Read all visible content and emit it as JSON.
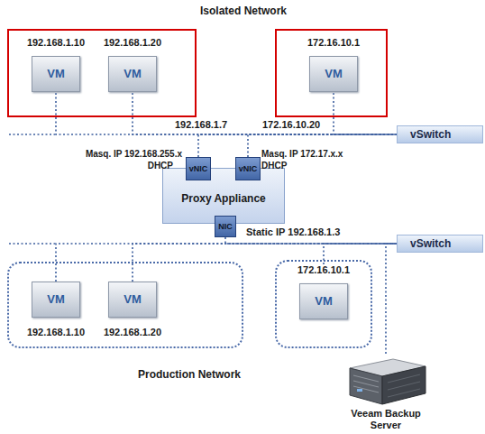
{
  "diagram": {
    "nodes": [
      {
        "text": []
      },
      {
        "text": [
          "192.168.1.10",
          "VM"
        ],
        "in": 0
      },
      {
        "text": [
          "192.168.1.20",
          "VM"
        ],
        "in": 0
      },
      {
        "text": []
      },
      {
        "text": [
          "172.16.10.1",
          "VM"
        ],
        "in": 3
      },
      {
        "text": [
          "vSwitch"
        ]
      },
      {
        "text": [
          "Proxy Appliance"
        ]
      },
      {
        "text": [
          "vNIC"
        ],
        "in": 6
      },
      {
        "text": [
          "vNIC"
        ],
        "in": 6
      },
      {
        "text": [
          "NIC"
        ],
        "in": 6
      },
      {
        "text": [
          "vSwitch"
        ]
      },
      {
        "text": []
      },
      {
        "text": [
          "VM",
          "192.168.1.10"
        ],
        "in": 11
      },
      {
        "text": [
          "VM",
          "192.168.1.20"
        ],
        "in": 11
      },
      {
        "text": []
      },
      {
        "text": [
          "172.16.10.1",
          "VM"
        ],
        "in": 14
      },
      {
        "text": [
          "Veeam Backup Server"
        ]
      }
    ],
    "edges": [
      {
        "from": 1,
        "to": 5,
        "arrow": "none"
      },
      {
        "from": 2,
        "to": 5,
        "arrow": "none"
      },
      {
        "from": 4,
        "to": 5,
        "arrow": "none"
      },
      {
        "from": 7,
        "to": 5,
        "arrow": "none",
        "label": "192.168.1.7"
      },
      {
        "from": 8,
        "to": 5,
        "arrow": "none",
        "label": "172.16.10.20"
      },
      {
        "from": 9,
        "to": 10,
        "arrow": "none",
        "label": "Static IP 192.168.1.3"
      },
      {
        "from": 12,
        "to": 10,
        "arrow": "none"
      },
      {
        "from": 13,
        "to": 10,
        "arrow": "none"
      },
      {
        "from": 15,
        "to": 10,
        "arrow": "none"
      },
      {
        "from": 16,
        "to": 10,
        "arrow": "none"
      }
    ],
    "labels": [
      "Isolated Network",
      "Masq. IP 192.168.255.x",
      "DHCP",
      "Masq. IP 172.17.x.x",
      "DHCP",
      "Production Network"
    ]
  }
}
